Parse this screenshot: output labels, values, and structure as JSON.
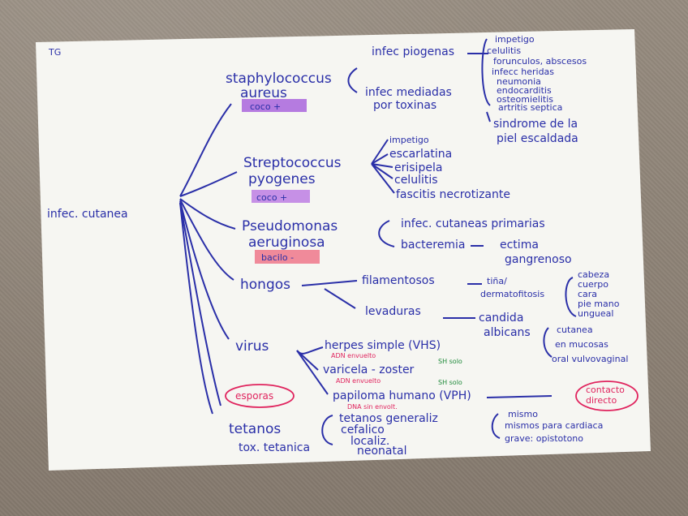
{
  "page_label": "TG",
  "root": "infec. cutanea",
  "nodes": {
    "staph": {
      "name1": "staphylococcus",
      "name2": "aureus",
      "tag": "coco +"
    },
    "strep": {
      "name1": "Streptococcus",
      "name2": "pyogenes",
      "tag": "coco +"
    },
    "pseudo": {
      "name1": "Pseudomonas",
      "name2": "aeruginosa",
      "tag": "bacilo -"
    },
    "hongos": {
      "name": "hongos"
    },
    "virus": {
      "name": "virus"
    },
    "tetanos": {
      "name": "tetanos",
      "sub": "tox. tetanica",
      "esporas": "esporas"
    }
  },
  "staph_branches": {
    "b1": "infec piogenas",
    "b1_items": [
      "impetigo",
      "celulitis",
      "forunculos, abscesos",
      "infecc heridas"
    ],
    "b1_sub": [
      "neumonia",
      "endocarditis",
      "osteomielitis",
      "artritis septica"
    ],
    "b2_l1": "infec mediadas",
    "b2_l2": "por toxinas",
    "b2_item1": "sindrome de la",
    "b2_item2": "piel escaldada"
  },
  "strep_items": [
    "impetigo",
    "escarlatina",
    "erisipela",
    "celulitis",
    "fascitis necrotizante"
  ],
  "pseudo_items": {
    "i1": "infec. cutaneas primarias",
    "i2": "bacteremia",
    "i3a": "ectima",
    "i3b": "gangrenoso"
  },
  "hongos_items": {
    "fil": "filamentosos",
    "tina1": "tiña/",
    "tina2": "dermatofitosis",
    "tina_parts": [
      "cabeza",
      "cuerpo",
      "cara",
      "pie mano",
      "ungueal"
    ],
    "lev": "levaduras",
    "cand1": "candida",
    "cand2": "albicans",
    "cand_parts": [
      "cutanea",
      "en mucosas",
      "oral vulvovaginal"
    ]
  },
  "virus_items": {
    "herpes": "herpes simple (VHS)",
    "herpes_note": "ADN envuelto",
    "herpes_note2": "SH solo",
    "vz": "varicela - zoster",
    "vz_note": "ADN envuelto",
    "vz_note2": "SH solo",
    "vph": "papiloma humano (VPH)",
    "vph_note": "DNA sin envolt.",
    "contacto1": "contacto",
    "contacto2": "directo"
  },
  "tetanos_items": {
    "t1": "tetanos generaliz",
    "t2": "cefalico",
    "t3": "localiz.",
    "t4": "neonatal",
    "n1": "mismo",
    "n2": "mismos para cardiaca",
    "n3": "grave: opistotono"
  },
  "colors": {
    "ink": "#2a2fa8",
    "purple_tag": "#b57be0",
    "pink_tag": "#f08a9a",
    "red_ink": "#e0245e",
    "green_ink": "#1f8a3a"
  }
}
